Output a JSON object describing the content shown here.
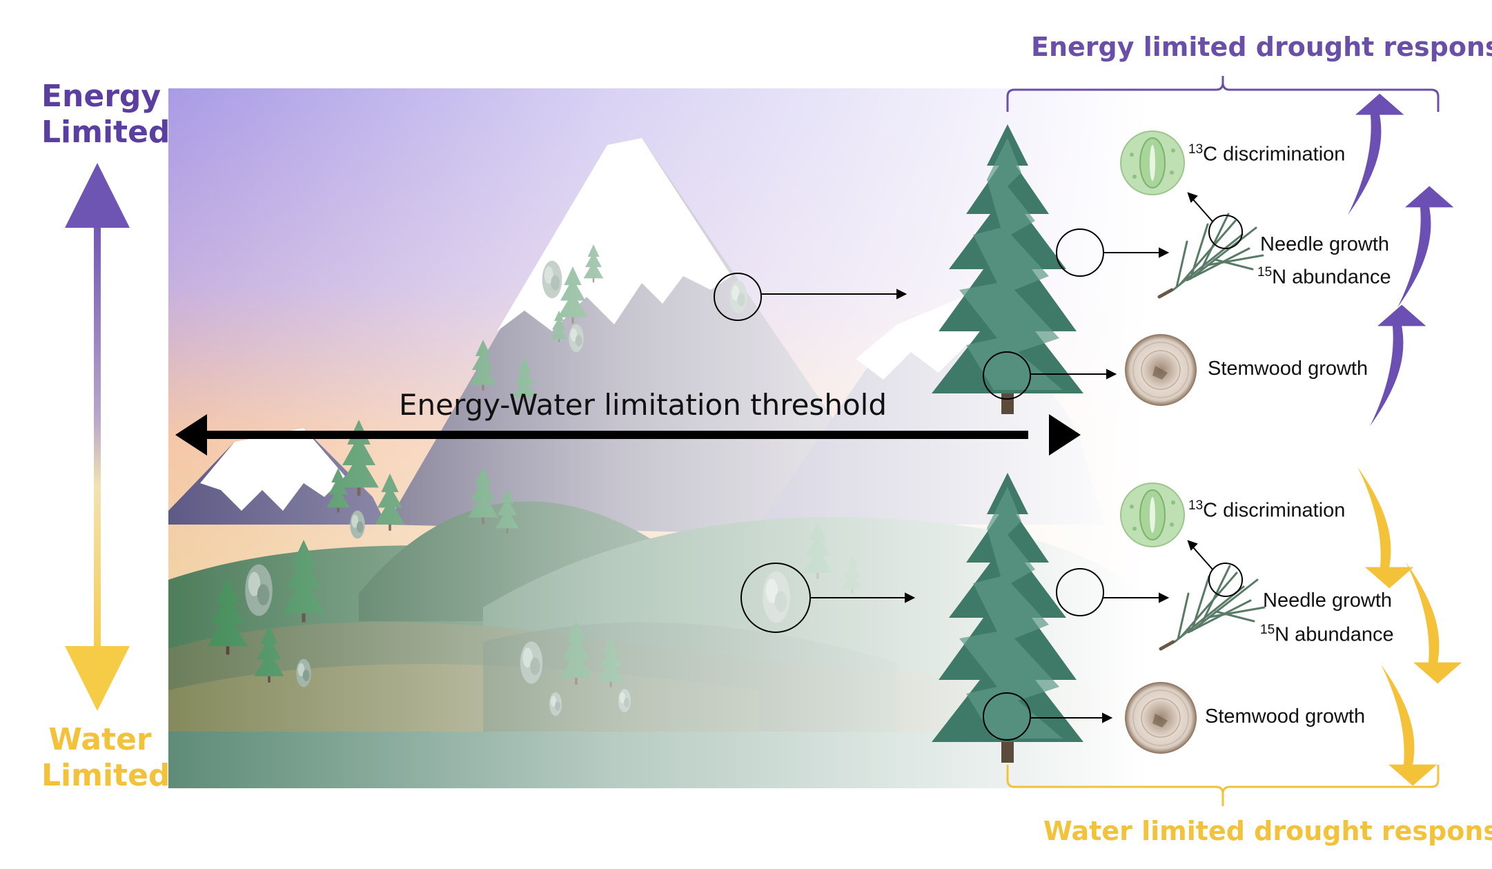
{
  "left_axis": {
    "top_label_line1": "Energy",
    "top_label_line2": "Limited",
    "bottom_label_line1": "Water",
    "bottom_label_line2": "Limited"
  },
  "threshold_label": "Energy-Water limitation threshold",
  "energy_response": {
    "title": "Energy limited drought response",
    "c13_sup": "13",
    "c13_text": "C discrimination",
    "needle": "Needle growth",
    "n15_sup": "15",
    "n15_text": "N abundance",
    "stemwood": "Stemwood growth",
    "direction": "up"
  },
  "water_response": {
    "title": "Water limited drought response",
    "c13_sup": "13",
    "c13_text": "C discrimination",
    "needle": "Needle growth",
    "n15_sup": "15",
    "n15_text": "N abundance",
    "stemwood": "Stemwood growth",
    "direction": "down"
  },
  "colors": {
    "energy": "#6A4FA8",
    "water": "#F2C23A"
  }
}
